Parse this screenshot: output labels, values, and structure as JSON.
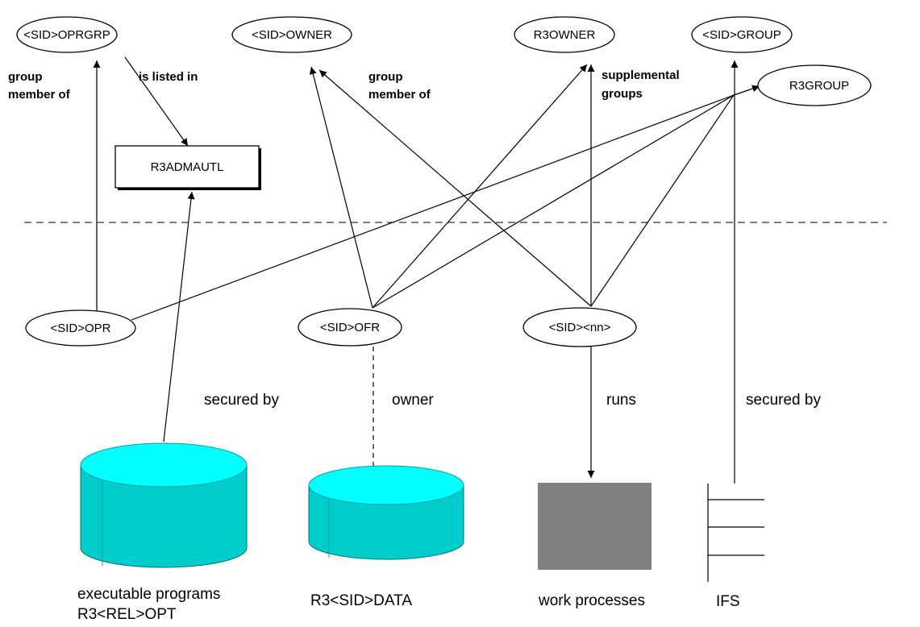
{
  "nodes": {
    "sid_oprgrp": "<SID>OPRGRP",
    "sid_owner": "<SID>OWNER",
    "r3owner": "R3OWNER",
    "sid_group": "<SID>GROUP",
    "r3group": "R3GROUP",
    "r3admautl": "R3ADMAUTL",
    "sid_opr": "<SID>OPR",
    "sid_ofr": "<SID>OFR",
    "sid_nn": "<SID><nn>"
  },
  "edge_labels": {
    "group_member_of_left": [
      "group",
      "member of"
    ],
    "is_listed_in": "is listed in",
    "group_member_of_mid": [
      "group",
      "member of"
    ],
    "supplemental_groups": [
      "supplemental",
      "groups"
    ],
    "secured_by_left": "secured by",
    "owner": "owner",
    "runs": "runs",
    "secured_by_right": "secured by"
  },
  "objects": {
    "executable_programs": [
      "executable programs",
      "R3<REL>OPT"
    ],
    "data_library": "R3<SID>DATA",
    "work_processes": "work processes",
    "ifs": "IFS"
  },
  "colors": {
    "cylinder_top": "#00ffff",
    "cylinder_side": "#00cccc",
    "work_process_box": "#808080",
    "line": "#000000"
  }
}
